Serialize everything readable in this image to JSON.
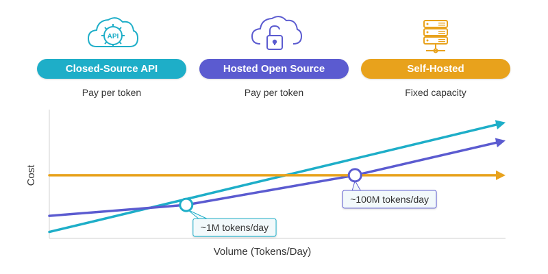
{
  "options": [
    {
      "label": "Closed-Source API",
      "sublabel": "Pay per token",
      "icon": "cloud-api-icon",
      "icon_text": "API",
      "color": "#1eaec8"
    },
    {
      "label": "Hosted Open Source",
      "sublabel": "Pay per token",
      "icon": "cloud-open-lock-icon",
      "color": "#5b5bd0"
    },
    {
      "label": "Self-Hosted",
      "sublabel": "Fixed capacity",
      "icon": "server-rack-icon",
      "color": "#e8a21c"
    }
  ],
  "chart_data": {
    "type": "line",
    "xlabel": "Volume (Tokens/Day)",
    "ylabel": "Cost",
    "xlim": [
      0,
      10
    ],
    "ylim": [
      0,
      10
    ],
    "grid": false,
    "series": [
      {
        "name": "Closed-Source API",
        "color": "#1eaec8",
        "x": [
          0,
          10
        ],
        "y": [
          0.5,
          9.0
        ]
      },
      {
        "name": "Hosted Open Source",
        "color": "#5b5bd0",
        "x": [
          0,
          3,
          6.7,
          10
        ],
        "y": [
          1.75,
          2.6,
          4.9,
          7.6
        ]
      },
      {
        "name": "Self-Hosted",
        "color": "#e8a21c",
        "x": [
          0,
          10
        ],
        "y": [
          4.9,
          4.9
        ]
      }
    ],
    "annotations": [
      {
        "text": "~1M tokens/day",
        "x": 3.0,
        "y": 2.6
      },
      {
        "text": "~100M tokens/day",
        "x": 6.7,
        "y": 4.9
      }
    ]
  }
}
